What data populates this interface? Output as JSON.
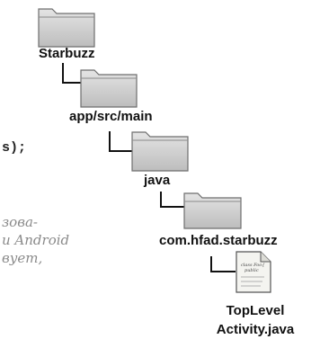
{
  "folders": [
    {
      "label": "Starbuzz"
    },
    {
      "label": "app/src/main"
    },
    {
      "label": "java"
    },
    {
      "label": "com.hfad.starbuzz"
    }
  ],
  "file": {
    "line1": "TopLevel",
    "line2": "Activity.java",
    "icon_text_line1": "class Foo{",
    "icon_text_line2": "public"
  },
  "left_fragments": {
    "code": "s);",
    "hand_line1": "зова-",
    "hand_line2": "и Android",
    "hand_line3": "вует,"
  },
  "colors": {
    "folder_fill": "#d2d2d2",
    "folder_edge": "#6e6e6e",
    "connector": "#111111"
  }
}
